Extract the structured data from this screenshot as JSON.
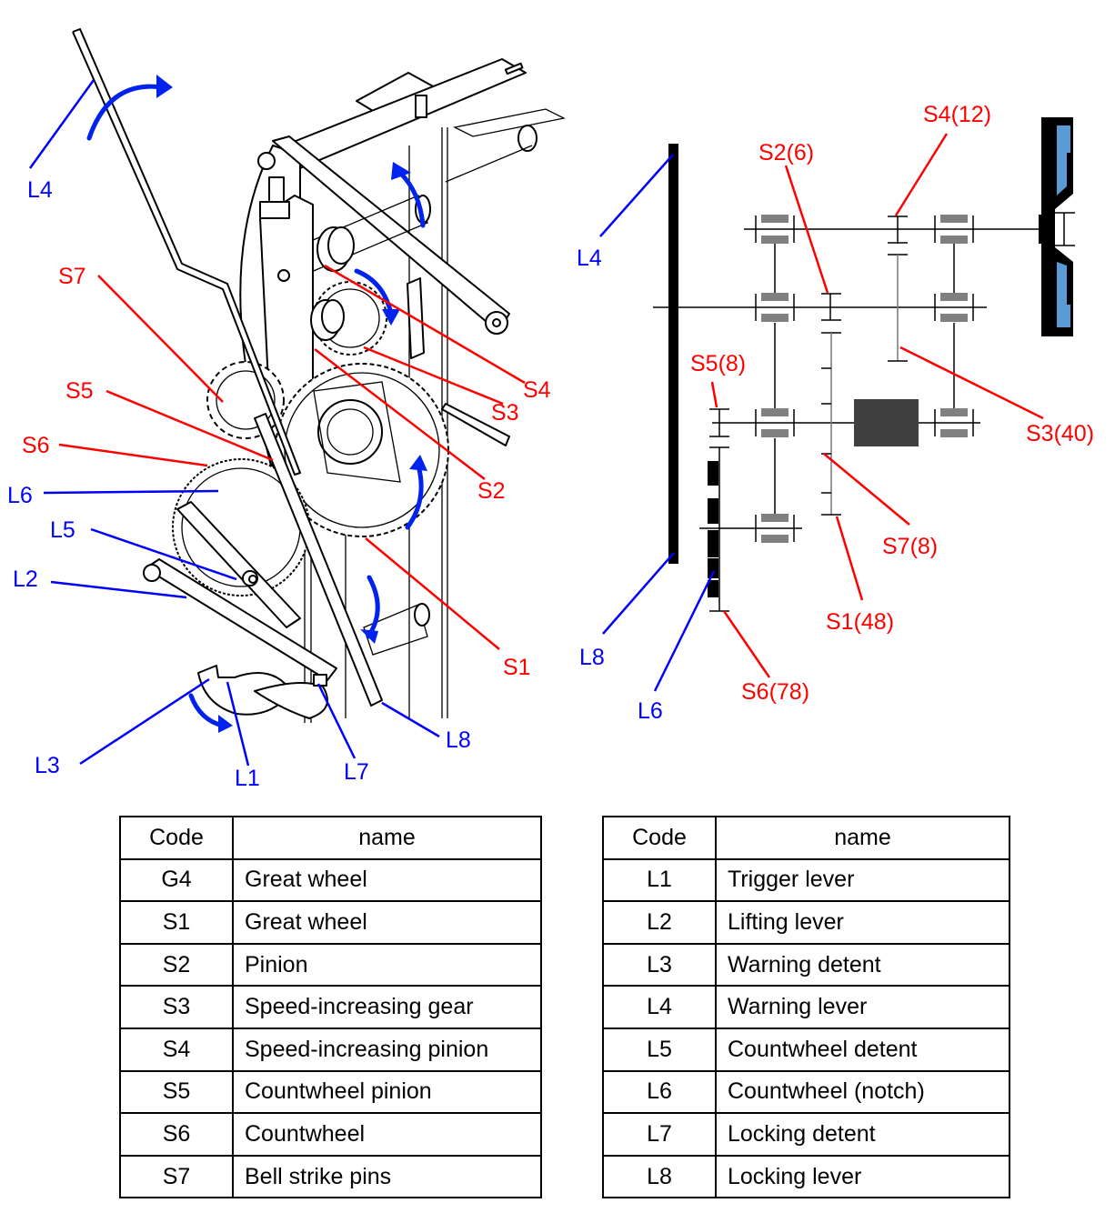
{
  "colors": {
    "s_label": "#ff0000",
    "l_label": "#0000ff",
    "motion_arrow": "#0022ee",
    "bearing": "#808080",
    "motor_block": "#404040",
    "bell_blue": "#5b9bd5"
  },
  "illustration": {
    "labels": {
      "L4": "L4",
      "S7": "S7",
      "S5": "S5",
      "S6": "S6",
      "L6": "L6",
      "L5": "L5",
      "L2": "L2",
      "L3": "L3",
      "L1": "L1",
      "L7": "L7",
      "L8": "L8",
      "S1": "S1",
      "S2": "S2",
      "S3": "S3",
      "S4": "S4"
    }
  },
  "schematic": {
    "labels": {
      "L4": "L4",
      "L8": "L8",
      "L6": "L6",
      "S2": "S2(6)",
      "S4": "S4(12)",
      "S5": "S5(8)",
      "S3": "S3(40)",
      "S7": "S7(8)",
      "S1": "S1(48)",
      "S6": "S6(78)"
    },
    "teeth": {
      "S1": 48,
      "S2": 6,
      "S3": 40,
      "S4": 12,
      "S5": 8,
      "S6": 78,
      "S7": 8
    }
  },
  "table_left": {
    "headers": [
      "Code",
      "name"
    ],
    "rows": [
      {
        "code": "G4",
        "name": "Great wheel"
      },
      {
        "code": "S1",
        "name": "Great wheel"
      },
      {
        "code": "S2",
        "name": "Pinion"
      },
      {
        "code": "S3",
        "name": "Speed-increasing gear"
      },
      {
        "code": "S4",
        "name": "Speed-increasing pinion"
      },
      {
        "code": "S5",
        "name": "Countwheel pinion"
      },
      {
        "code": "S6",
        "name": "Countwheel"
      },
      {
        "code": "S7",
        "name": "Bell strike pins"
      }
    ]
  },
  "table_right": {
    "headers": [
      "Code",
      "name"
    ],
    "rows": [
      {
        "code": "L1",
        "name": "Trigger lever"
      },
      {
        "code": "L2",
        "name": "Lifting lever"
      },
      {
        "code": "L3",
        "name": "Warning detent"
      },
      {
        "code": "L4",
        "name": "Warning lever"
      },
      {
        "code": "L5",
        "name": "Countwheel detent"
      },
      {
        "code": "L6",
        "name": "Countwheel (notch)"
      },
      {
        "code": "L7",
        "name": "Locking detent"
      },
      {
        "code": "L8",
        "name": "Locking lever"
      }
    ]
  }
}
